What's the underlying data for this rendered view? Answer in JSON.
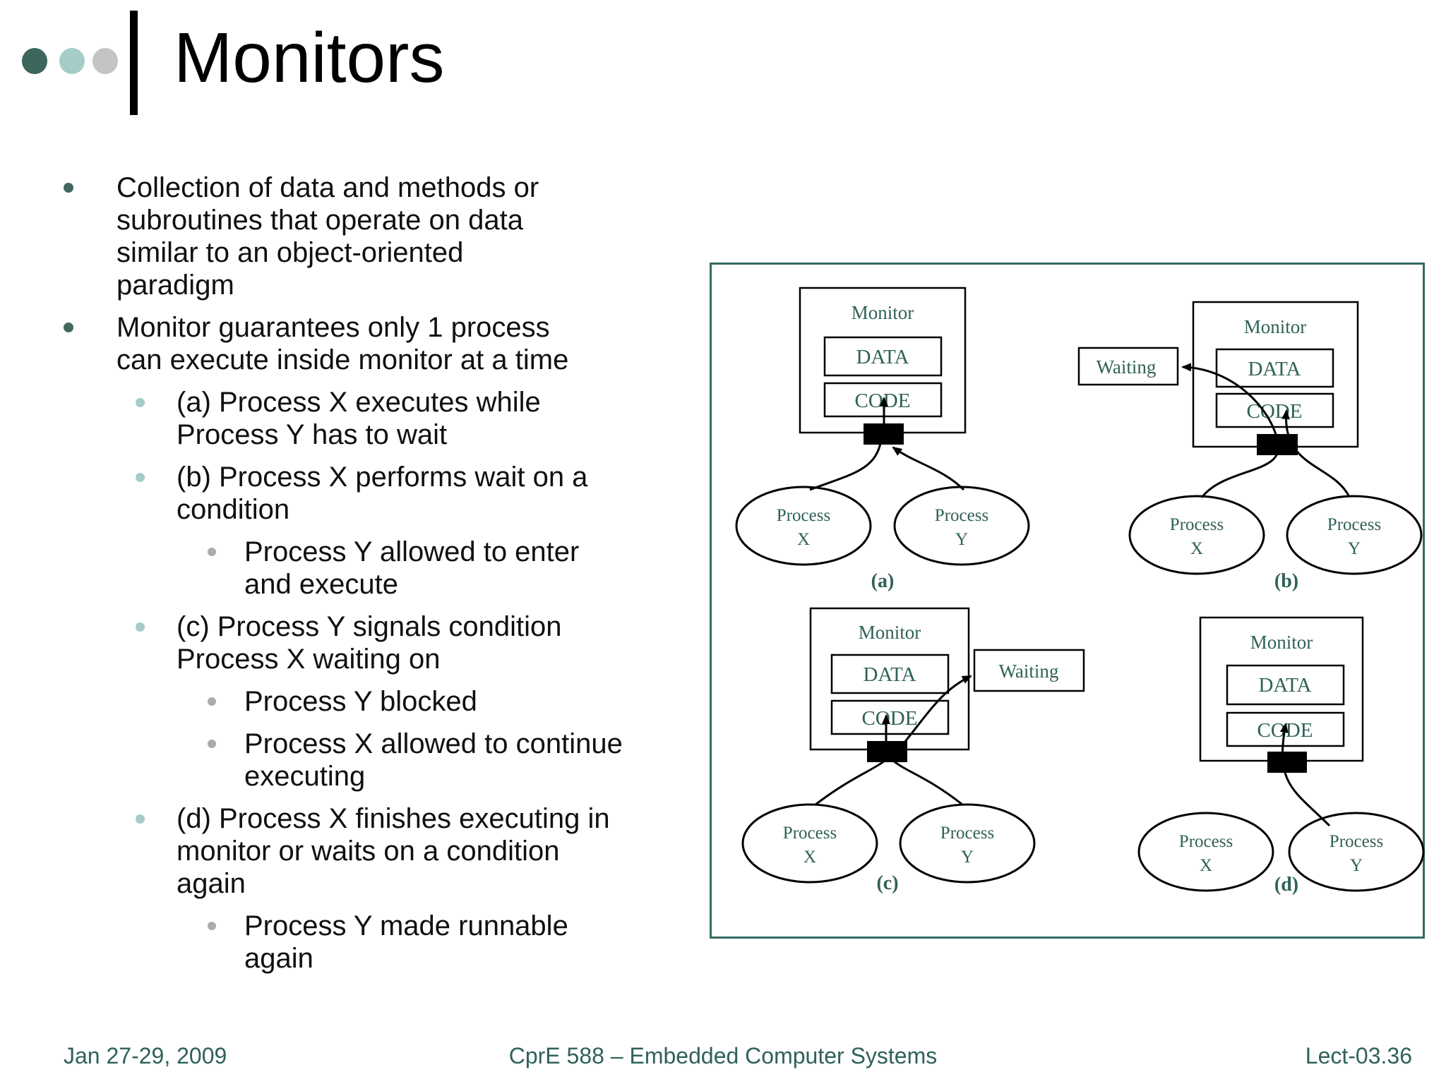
{
  "title": "Monitors",
  "bullets": [
    {
      "level": 1,
      "text": "Collection of data and methods or\nsubroutines that operate on data\nsimilar to an object-oriented\nparadigm"
    },
    {
      "level": 1,
      "text": "Monitor guarantees only 1 process\ncan execute inside monitor at a time"
    },
    {
      "level": 2,
      "text": "(a) Process X executes while\nProcess Y has to wait"
    },
    {
      "level": 2,
      "text": "(b) Process X performs wait on a\ncondition"
    },
    {
      "level": 3,
      "text": "Process Y allowed to enter\nand execute"
    },
    {
      "level": 2,
      "text": "(c) Process Y signals condition\nProcess X waiting on"
    },
    {
      "level": 3,
      "text": "Process Y blocked"
    },
    {
      "level": 3,
      "text": "Process X allowed to continue\nexecuting"
    },
    {
      "level": 2,
      "text": "(d) Process X finishes executing in\nmonitor or waits on a condition\nagain"
    },
    {
      "level": 3,
      "text": "Process Y made runnable\nagain"
    }
  ],
  "diagram": {
    "monitor_label": "Monitor",
    "data_label": "DATA",
    "code_label": "CODE",
    "waiting_label": "Waiting",
    "process_label": "Process",
    "x_label": "X",
    "y_label": "Y",
    "captions": {
      "a": "(a)",
      "b": "(b)",
      "c": "(c)",
      "d": "(d)"
    }
  },
  "footer": {
    "date": "Jan 27-29, 2009",
    "course": "CprE 588 – Embedded Computer Systems",
    "slide_number": "Lect-03.36"
  },
  "colors": {
    "accent_teal": "#2f615a",
    "diagram_text_teal": "#2f6157",
    "panel_border_teal": "#336b63",
    "bullet_level1": "#41695f",
    "bullet_level2": "#a5ccc7",
    "bullet_level3": "#ababab",
    "title_dot_dark": "#3c655c",
    "title_dot_light": "#a5cdc8",
    "title_dot_gray": "#c4c4c4"
  }
}
